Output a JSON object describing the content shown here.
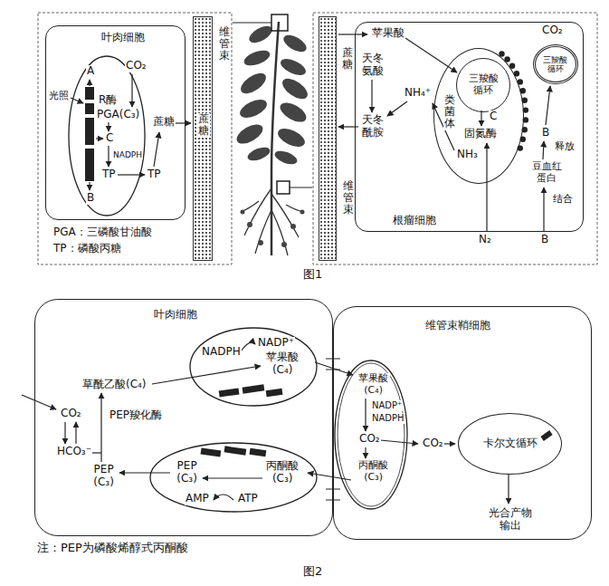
{
  "diagram": {
    "nodes": [
      {
        "text": [
          "叶肉细胞"
        ]
      },
      {
        "text": [
          "维管束"
        ]
      },
      {
        "text": [
          "维管束"
        ]
      },
      {
        "text": [
          "根瘤细胞"
        ]
      },
      {
        "text": [
          "类菌体"
        ],
        "in": 3
      },
      {
        "text": [
          "三羧酸循环"
        ],
        "in": 4
      },
      {
        "text": [
          "三羧酸循环"
        ],
        "in": 3
      },
      {
        "text": [
          "叶肉细胞"
        ]
      },
      {
        "text": [
          "维管束鞘细胞"
        ]
      },
      {
        "text": [
          "卡尔文循环"
        ],
        "in": 8
      }
    ],
    "labels": [
      "A",
      "光照",
      "CO₂",
      "R酶",
      "PGA(C₃)",
      "C",
      "NADPH",
      "TP",
      "TP",
      "蔗糖",
      "B",
      "蔗糖",
      "PGA：三磷酸甘油酸",
      "TP：磷酸丙糖",
      "蔗糖",
      "苹果酸",
      "天冬氨酸",
      "NH₄⁺",
      "天冬酰胺",
      "C",
      "固氮酶",
      "NH₃",
      "N₂",
      "CO₂",
      "B",
      "释放",
      "豆血红蛋白",
      "结合",
      "B",
      "图1",
      "NADPH",
      "NADP⁺",
      "苹果酸 (C₄)",
      "草酰乙酸(C₄)",
      "CO₂",
      "HCO₃⁻",
      "PEP羧化酶",
      "PEP (C₃)",
      "PEP (C₃)",
      "丙酮酸 (C₃)",
      "AMP",
      "ATP",
      "苹果酸 (C₄)",
      "NADP⁺",
      "NADPH",
      "CO₂",
      "丙酮酸 (C₃)",
      "CO₂",
      "光合产物 输出",
      "注：PEP为磷酸烯醇式丙酮酸",
      "图2"
    ]
  }
}
